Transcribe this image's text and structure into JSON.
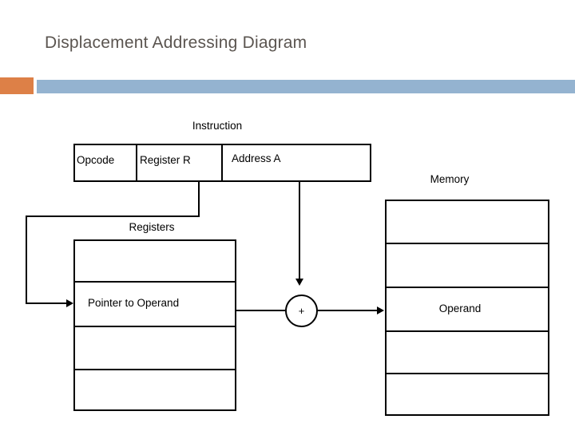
{
  "slide": {
    "title": "Displacement Addressing Diagram",
    "accent_orange": "#dd8047",
    "accent_blue": "#94b3d0",
    "title_color": "#5b5550"
  },
  "diagram": {
    "instruction": {
      "label": "Instruction",
      "fields": [
        {
          "name": "opcode",
          "label": "Opcode"
        },
        {
          "name": "register",
          "label": "Register R"
        },
        {
          "name": "address",
          "label": "Address A"
        }
      ]
    },
    "registers": {
      "label": "Registers",
      "rows": [
        {
          "label": ""
        },
        {
          "label": "Pointer to Operand"
        },
        {
          "label": ""
        },
        {
          "label": ""
        }
      ]
    },
    "memory": {
      "label": "Memory",
      "rows": [
        {
          "label": ""
        },
        {
          "label": ""
        },
        {
          "label": "Operand"
        },
        {
          "label": ""
        },
        {
          "label": ""
        }
      ]
    },
    "adder": {
      "label": "+"
    }
  }
}
